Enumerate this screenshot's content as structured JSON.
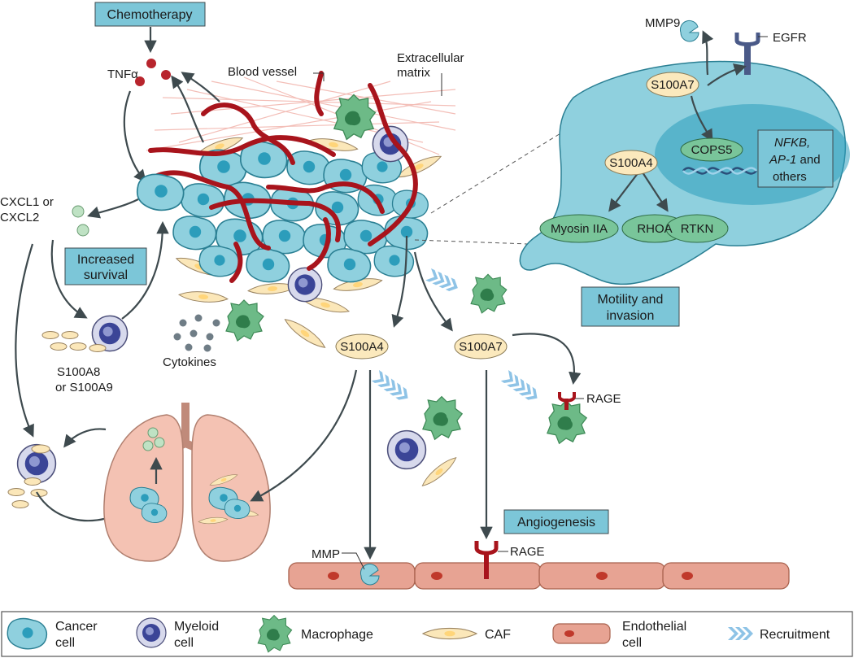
{
  "labels": {
    "chemotherapy": "Chemotherapy",
    "tnf": "TNFα",
    "blood_vessel": "Blood vessel",
    "ecm_line1": "Extracellular",
    "ecm_line2": "matrix",
    "cxcl_line1": "CXCL1 or",
    "cxcl_line2": "CXCL2",
    "increased_survival_line1": "Increased",
    "increased_survival_line2": "survival",
    "cytokines": "Cytokines",
    "s100a8_line1": "S100A8",
    "s100a8_line2": "or S100A9",
    "mmp9": "MMP9",
    "egfr": "EGFR",
    "s100a7_top": "S100A7",
    "cops5": "COPS5",
    "nfkb": "NFKB,",
    "ap1": "AP-1",
    "ap1_rest": " and",
    "others": "others",
    "s100a4_top": "S100A4",
    "myosin": "Myosin IIA",
    "rhoa": "RHOA",
    "rtkn": "RTKN",
    "motility_line1": "Motility and",
    "motility_line2": "invasion",
    "s100a4_mid": "S100A4",
    "s100a7_mid": "S100A7",
    "rage_top": "RAGE",
    "angiogenesis": "Angiogenesis",
    "mmp": "MMP",
    "rage_bottom": "RAGE"
  },
  "legend": {
    "cancer_line1": "Cancer",
    "cancer_line2": "cell",
    "myeloid_line1": "Myeloid",
    "myeloid_line2": "cell",
    "macrophage": "Macrophage",
    "caf": "CAF",
    "endo_line1": "Endothelial",
    "endo_line2": "cell",
    "recruitment": "Recruitment"
  },
  "colors": {
    "cancer_cell": "#8fd0de",
    "cancer_nucleus": "#2c9dbb",
    "blood_vessel": "#a8141c",
    "myeloid": "#d7d9ec",
    "myeloid_nucleus": "#3b4597",
    "macrophage": "#6dba87",
    "caf": "#fbe7b9",
    "endothelial": "#e7a393",
    "label_box": "#7cc6d8",
    "protein_pill": "#fbe9bd",
    "green_pill": "#79c59a",
    "chevron": "#8ec3e6",
    "lung": "#f4c2b3"
  }
}
